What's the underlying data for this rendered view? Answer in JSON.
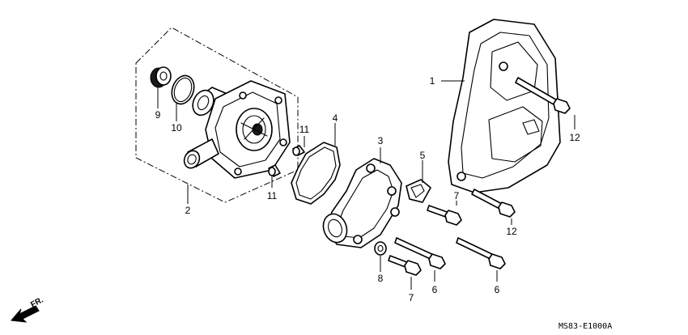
{
  "diagram": {
    "callouts": {
      "part1": "1",
      "part2": "2",
      "part3": "3",
      "part4": "4",
      "part5": "5",
      "part6a": "6",
      "part6b": "6",
      "part7a": "7",
      "part7b": "7",
      "part8": "8",
      "part9": "9",
      "part10": "10",
      "part11a": "11",
      "part11b": "11",
      "part12a": "12",
      "part12b": "12"
    },
    "direction_label": "FR.",
    "diagram_code": "MS83-E1000A"
  }
}
